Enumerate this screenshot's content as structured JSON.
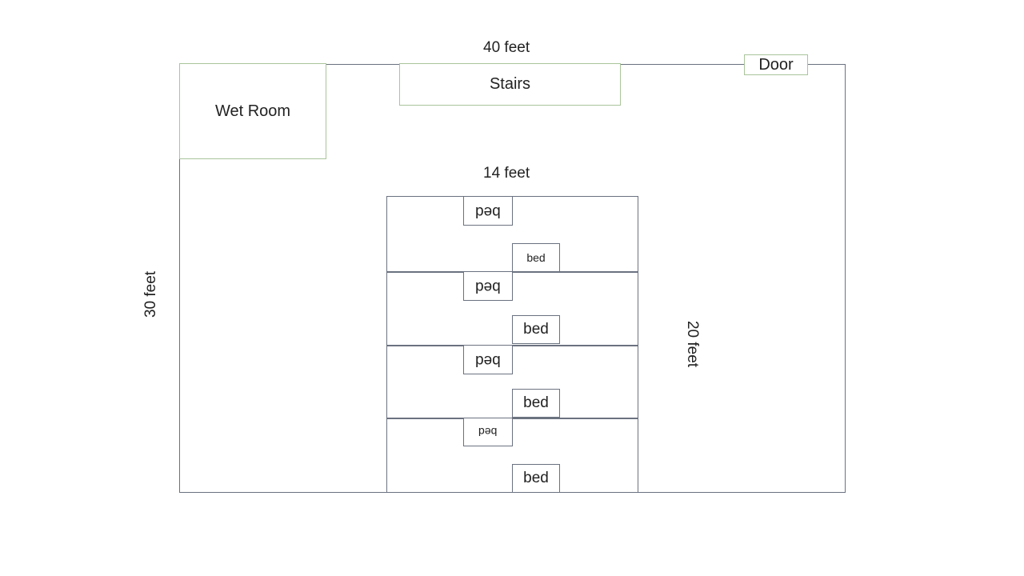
{
  "labels": {
    "width_outer": "40 feet",
    "height_outer": "30 feet",
    "width_inner": "14 feet",
    "height_inner": "20 feet"
  },
  "rooms": {
    "wet_room": "Wet Room",
    "stairs": "Stairs",
    "door": "Door"
  },
  "beds": {
    "left": [
      "bed",
      "bed",
      "bed",
      "bed"
    ],
    "right": [
      "bed",
      "bed",
      "bed",
      "bed"
    ]
  },
  "colors": {
    "wall": "#6b7280",
    "room_border": "#a9c49a"
  }
}
